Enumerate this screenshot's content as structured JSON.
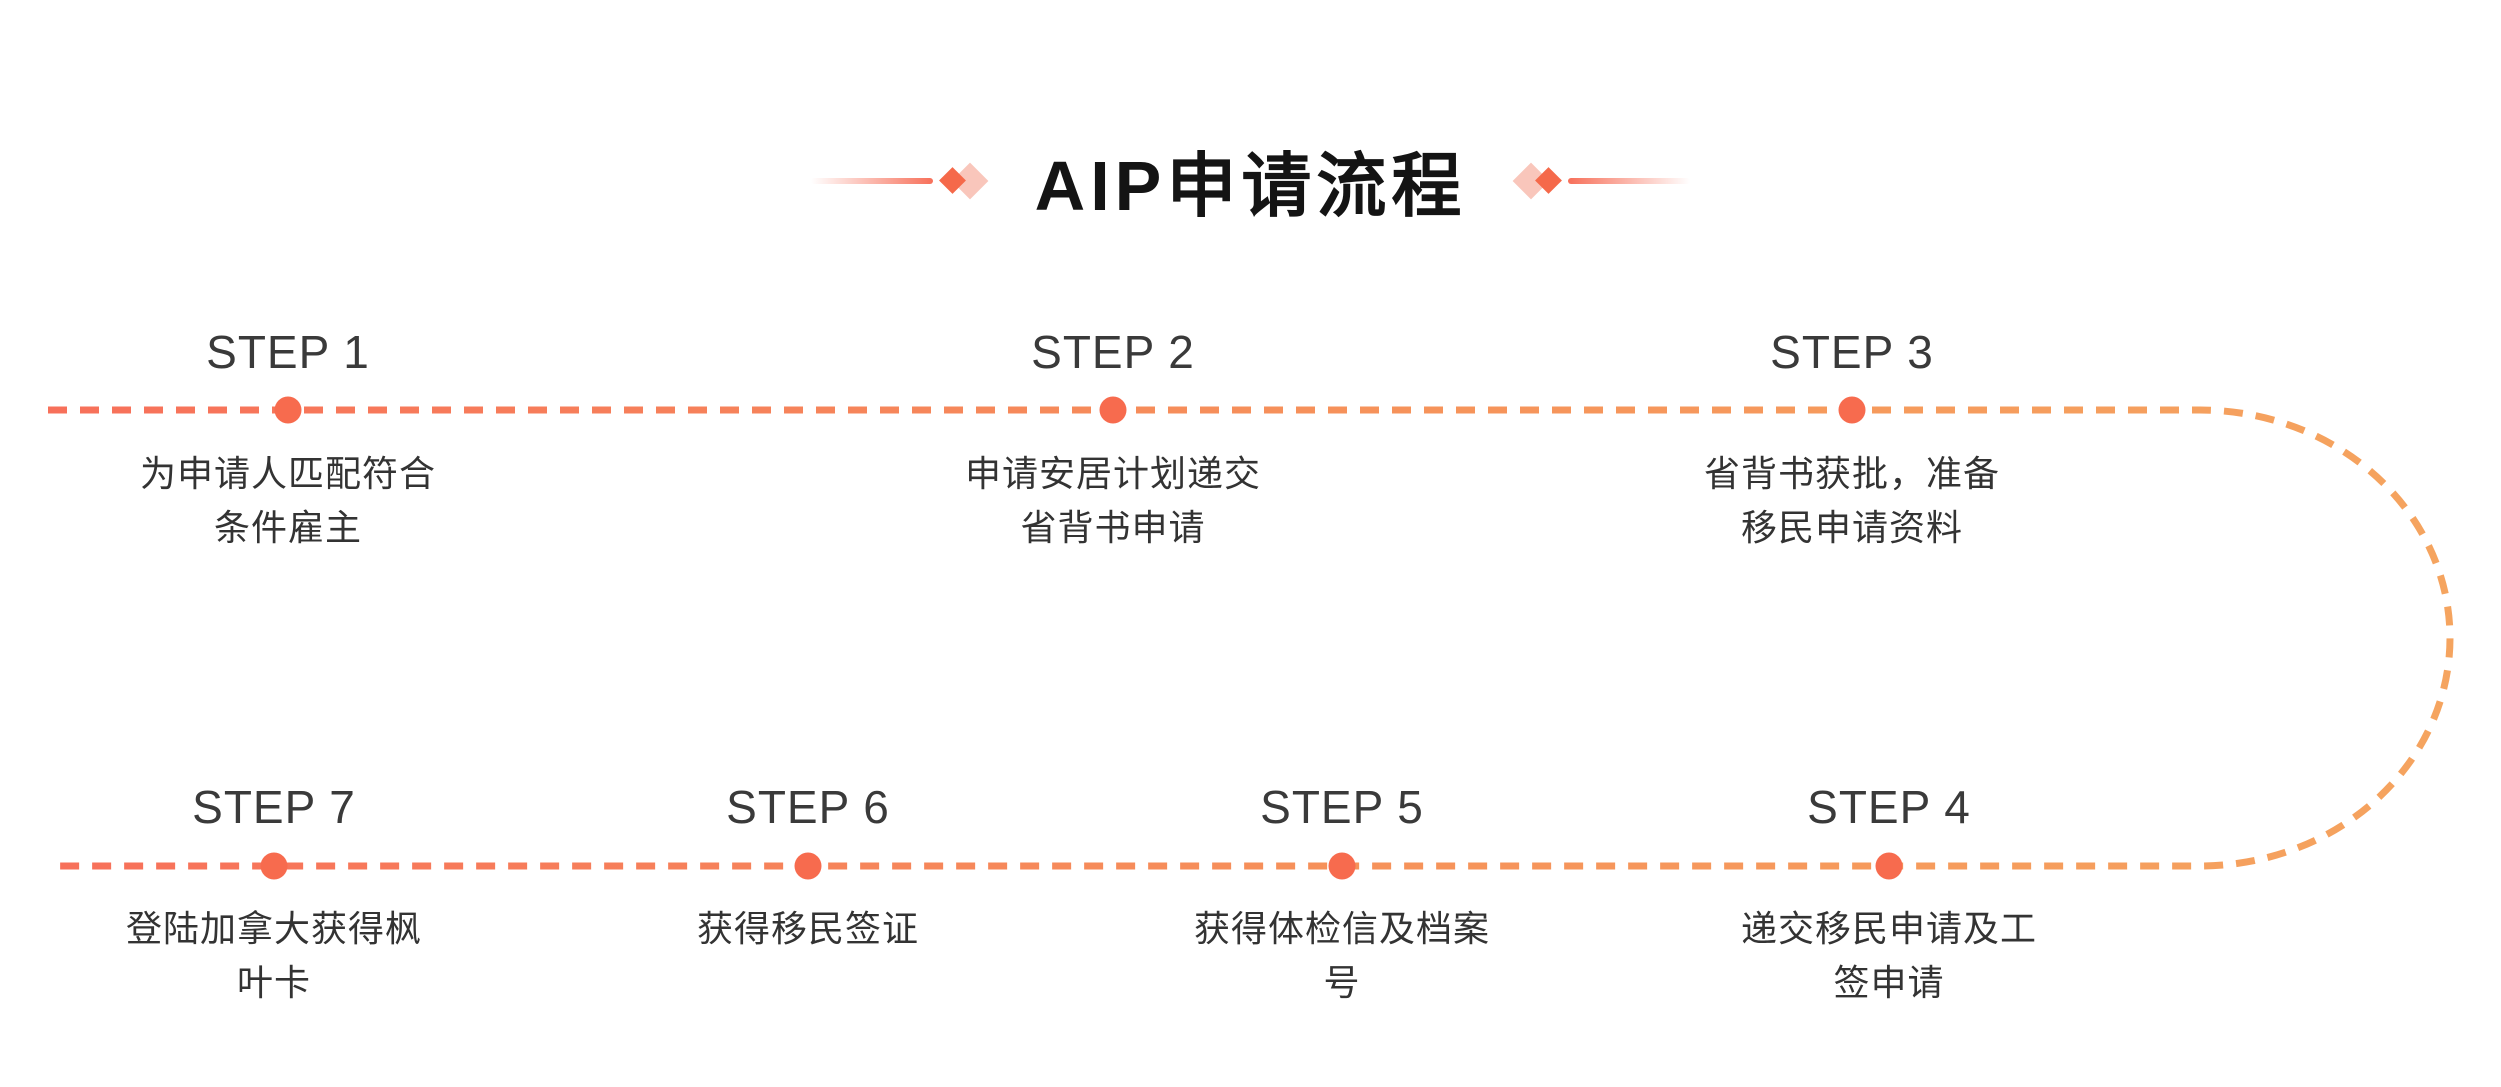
{
  "header": {
    "title": "AIP申请流程"
  },
  "timeline": {
    "steps": [
      {
        "label": "STEP 1",
        "description_lines": [
          "为申请人匹配符合",
          "条件雇主"
        ]
      },
      {
        "label": "STEP 2",
        "description_lines": [
          "申请安居计划递交",
          "省背书申请"
        ]
      },
      {
        "label": "STEP 3",
        "description_lines": [
          "省背书获批，准备",
          "移民申请资料"
        ]
      },
      {
        "label": "STEP 4",
        "description_lines": [
          "递交移民申请及工",
          "签申请"
        ]
      },
      {
        "label": "STEP 5",
        "description_lines": [
          "获得体检信及档案",
          "号"
        ]
      },
      {
        "label": "STEP 6",
        "description_lines": [
          "获得移民签证"
        ]
      },
      {
        "label": "STEP 7",
        "description_lines": [
          "登陆加拿大获得枫",
          "叶卡"
        ]
      }
    ]
  },
  "colors": {
    "line_start_coral": "#f7705a",
    "line_end_orange": "#f5a45f",
    "step_dot": "#f76b4e",
    "diamond_solid": "#f5694a",
    "diamond_light": "#f9c6bb",
    "title_text": "#141414",
    "step_label_text": "#3a3a3a",
    "step_description_text": "#333333"
  }
}
